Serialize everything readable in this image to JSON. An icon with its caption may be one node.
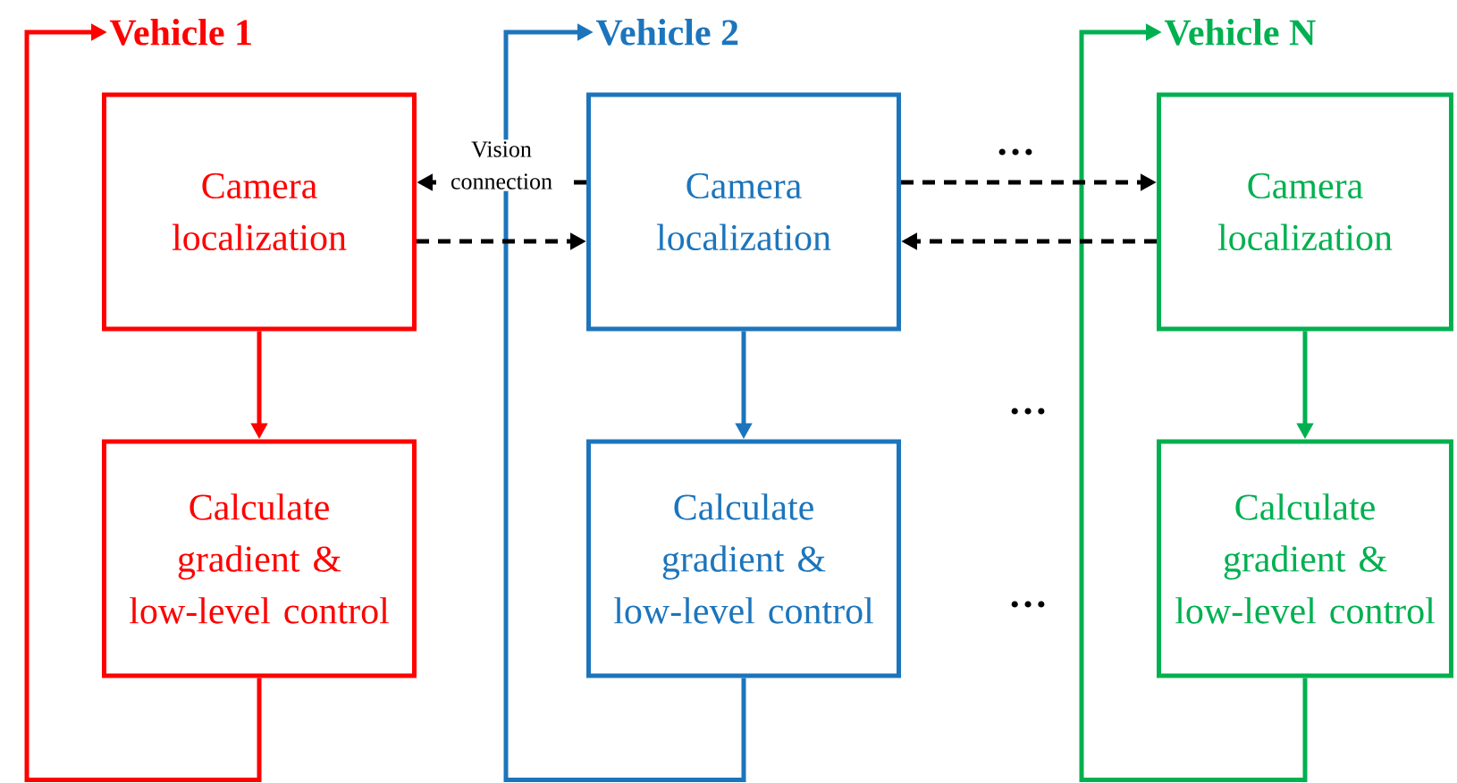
{
  "diagram": {
    "nodes": [
      {
        "text": [
          "Vehicle 1"
        ]
      },
      {
        "text": [
          "Camera localization"
        ]
      },
      {
        "text": [
          "Calculate gradient & low-level control"
        ]
      },
      {
        "text": [
          "Vehicle 2"
        ]
      },
      {
        "text": [
          "Camera localization"
        ]
      },
      {
        "text": [
          "Calculate gradient & low-level control"
        ]
      },
      {
        "text": [
          "Vehicle N"
        ]
      },
      {
        "text": [
          "Camera localization"
        ]
      },
      {
        "text": [
          "Calculate gradient & low-level control"
        ]
      }
    ],
    "edges": [
      {
        "from": 1,
        "to": 2,
        "arrow": "to",
        "color": "#ff0000"
      },
      {
        "from": 2,
        "to": 0,
        "arrow": "to",
        "color": "#ff0000"
      },
      {
        "from": 4,
        "to": 5,
        "arrow": "to",
        "color": "#1c75bc"
      },
      {
        "from": 5,
        "to": 3,
        "arrow": "to",
        "color": "#1c75bc"
      },
      {
        "from": 7,
        "to": 8,
        "arrow": "to",
        "color": "#00b050"
      },
      {
        "from": 8,
        "to": 6,
        "arrow": "to",
        "color": "#00b050"
      },
      {
        "from": 4,
        "to": 1,
        "arrow": "to",
        "style": "dashed",
        "color": "#000000",
        "label": "Vision connection"
      },
      {
        "from": 1,
        "to": 4,
        "arrow": "to",
        "style": "dashed",
        "color": "#000000"
      },
      {
        "from": 4,
        "to": 7,
        "arrow": "to",
        "style": "dashed",
        "color": "#000000"
      },
      {
        "from": 7,
        "to": 4,
        "arrow": "to",
        "style": "dashed",
        "color": "#000000"
      }
    ],
    "labels": [
      "…",
      "…",
      "…"
    ]
  }
}
